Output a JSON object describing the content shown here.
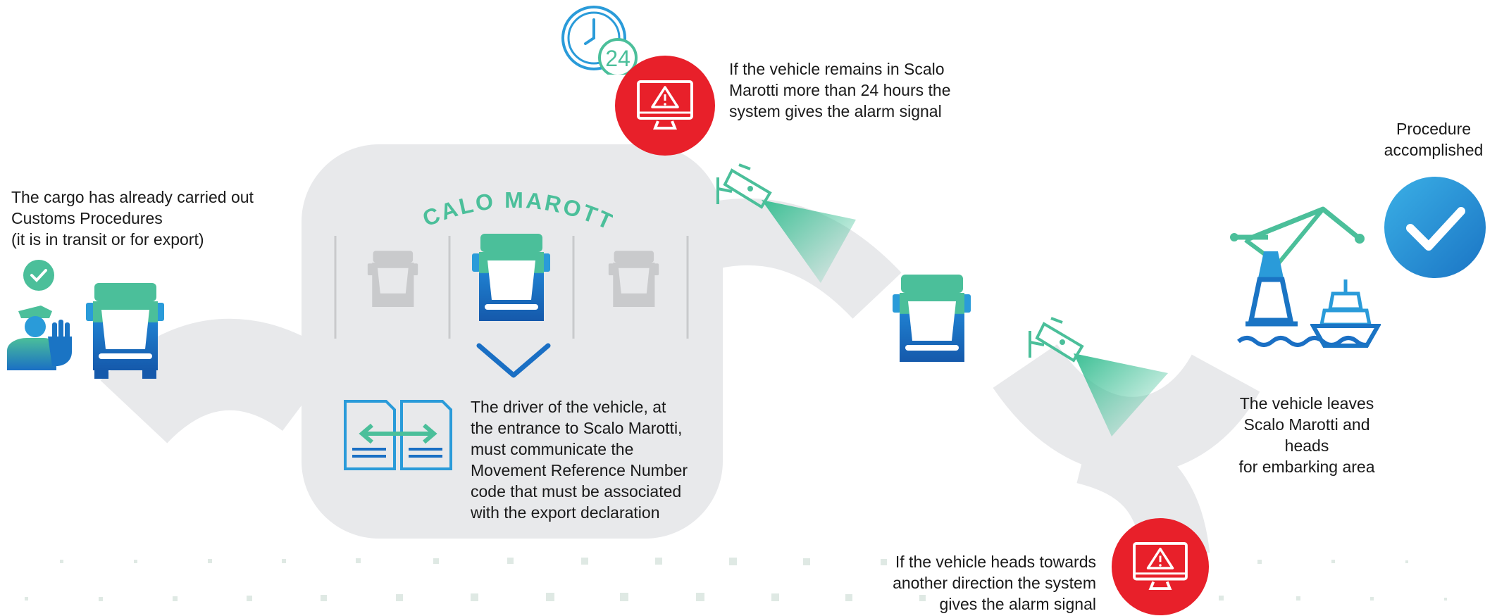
{
  "colors": {
    "road": "#e8e9eb",
    "teal": "#4bbf9a",
    "blue": "#1a74c4",
    "alarm_red": "#e8202a",
    "check_blue": "#2a9bd9",
    "gray_truck": "#c9cacc"
  },
  "steps": {
    "customs": {
      "lines": [
        "The cargo has already carried out",
        "Customs Procedures",
        "(it is in transit or for export)"
      ],
      "icons": [
        "check-icon",
        "customs-officer-icon",
        "truck-icon"
      ]
    },
    "scalo": {
      "title": "SCALO MAROTTI",
      "description_lines": [
        "The driver of the vehicle, at",
        "the entrance to Scalo Marotti,",
        "must communicate the",
        "Movement Reference Number",
        "code that must be associated",
        "with the export declaration"
      ],
      "icons": [
        "document-exchange-icon",
        "chevron-down-icon",
        "truck-icon"
      ]
    },
    "alarm_24h": {
      "lines": [
        "If the vehicle remains in Scalo",
        "Marotti more than 24 hours the",
        "system gives the alarm signal"
      ],
      "clock_label": "24",
      "icons": [
        "clock-24-icon",
        "alarm-monitor-icon",
        "camera-icon"
      ]
    },
    "alarm_direction": {
      "lines": [
        "If the vehicle heads towards",
        "another direction the system",
        "gives the alarm signal"
      ],
      "icons": [
        "alarm-monitor-icon",
        "camera-icon"
      ]
    },
    "leaves": {
      "lines": [
        "The vehicle leaves",
        "Scalo Marotti and heads",
        "for embarking area"
      ],
      "icons": [
        "crane-icon",
        "ship-icon"
      ]
    },
    "done": {
      "lines": [
        "Procedure",
        "accomplished"
      ],
      "icons": [
        "checkmark-circle-icon"
      ]
    }
  }
}
